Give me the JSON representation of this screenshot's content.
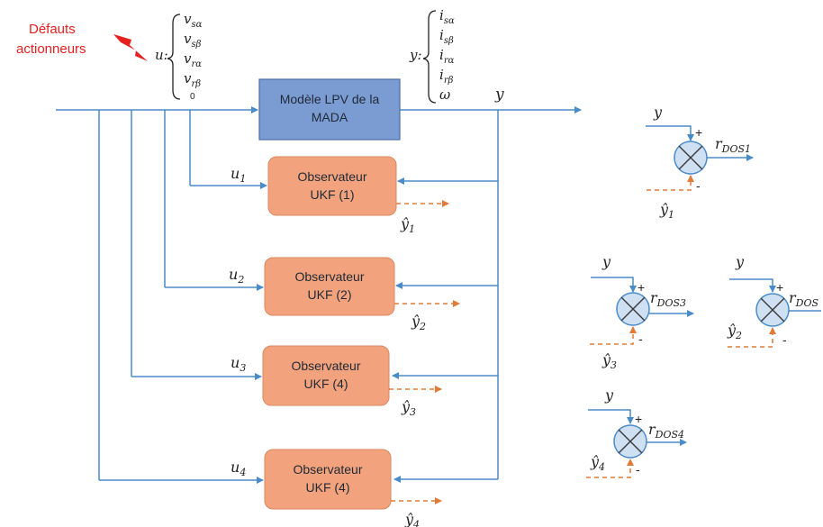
{
  "fault_label": {
    "line1": "Défauts",
    "line2": "actionneurs"
  },
  "input_vector": {
    "name": "u:",
    "items": [
      "v",
      "v",
      "v",
      "v",
      "0"
    ],
    "subs": [
      "sα",
      "sβ",
      "rα",
      "rβ",
      ""
    ]
  },
  "output_vector": {
    "name": "y:",
    "items": [
      "i",
      "i",
      "i",
      "i",
      "ω"
    ],
    "subs": [
      "sα",
      "sβ",
      "rα",
      "rβ",
      ""
    ]
  },
  "model_box": {
    "line1": "Modèle LPV de la",
    "line2": "MADA"
  },
  "output_label": "y",
  "observers": [
    {
      "line1": "Observateur",
      "line2": "UKF (1)",
      "input": "u",
      "input_sub": "1",
      "output": "ŷ",
      "output_sub": "1"
    },
    {
      "line1": "Observateur",
      "line2": "UKF (2)",
      "input": "u",
      "input_sub": "2",
      "output": "ŷ",
      "output_sub": "2"
    },
    {
      "line1": "Observateur",
      "line2": "UKF (4)",
      "input": "u",
      "input_sub": "3",
      "output": "ŷ",
      "output_sub": "3"
    },
    {
      "line1": "Observateur",
      "line2": "UKF (4)",
      "input": "u",
      "input_sub": "4",
      "output": "ŷ",
      "output_sub": "4"
    }
  ],
  "comparators": [
    {
      "y_label": "y",
      "yhat": "ŷ",
      "yhat_sub": "1",
      "plus": "+",
      "minus": "-",
      "r": "r",
      "r_sub": "DOS1"
    },
    {
      "y_label": "y",
      "yhat": "ŷ",
      "yhat_sub": "3",
      "plus": "+",
      "minus": "-",
      "r": "r",
      "r_sub": "DOS3"
    },
    {
      "y_label": "y",
      "yhat": "ŷ",
      "yhat_sub": "2",
      "plus": "+",
      "minus": "-",
      "r": "r",
      "r_sub": "DOS"
    },
    {
      "y_label": "y",
      "yhat": "ŷ",
      "yhat_sub": "4",
      "plus": "+",
      "minus": "-",
      "r": "r",
      "r_sub": "DOS4"
    }
  ],
  "colors": {
    "line": "#4a8bc9",
    "dashed": "#e07b39",
    "model_fill": "#7b9bd3",
    "observer_fill": "#f2a27c",
    "fault": "#e5201f"
  }
}
